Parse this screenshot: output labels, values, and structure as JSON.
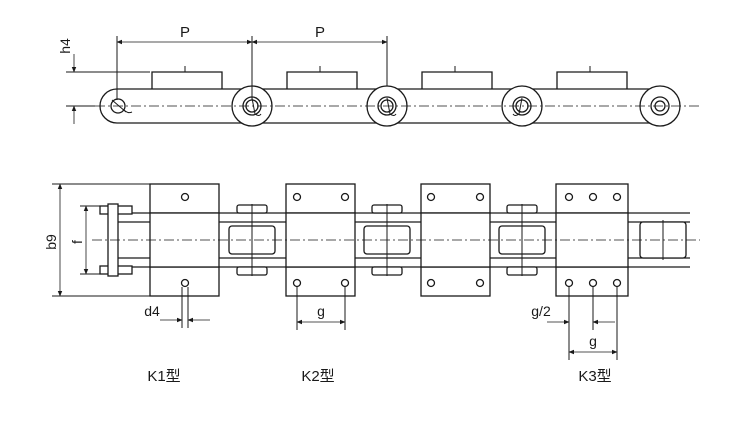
{
  "labels": {
    "pitch_1": "P",
    "pitch_2": "P",
    "h4": "h4",
    "b9": "b9",
    "f": "f",
    "d4": "d4",
    "g_k2": "g",
    "g_half": "g/2",
    "g_k3": "g",
    "type_k1": "K1型",
    "type_k2": "K2型",
    "type_k3": "K3型"
  }
}
